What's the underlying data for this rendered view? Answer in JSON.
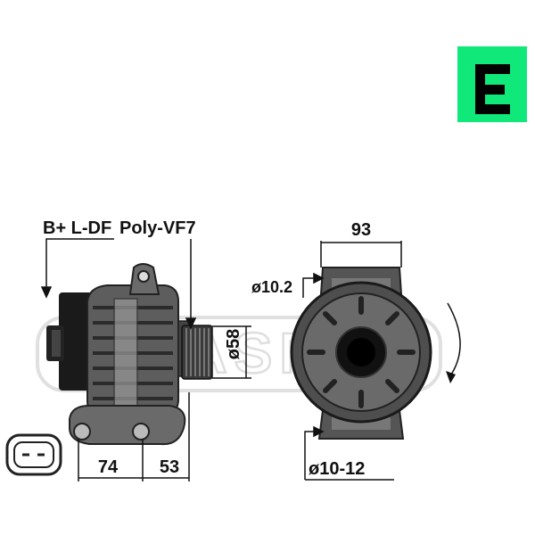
{
  "brand": {
    "logo_color": "#10e87a",
    "logo_glyph_color": "#000000",
    "watermark_text": "ERASMO"
  },
  "labels": {
    "connectors": "B+ L-DF",
    "pulley": "Poly-VF7",
    "pulley_diameter": "ø58",
    "length_front": "74",
    "length_rear": "53",
    "width_mount": "93",
    "upper_hole": "ø10.2",
    "lower_hole": "ø10-12"
  },
  "icons": {
    "plug": "connector-plug-icon",
    "rotation": "rotation-arrow-icon"
  }
}
